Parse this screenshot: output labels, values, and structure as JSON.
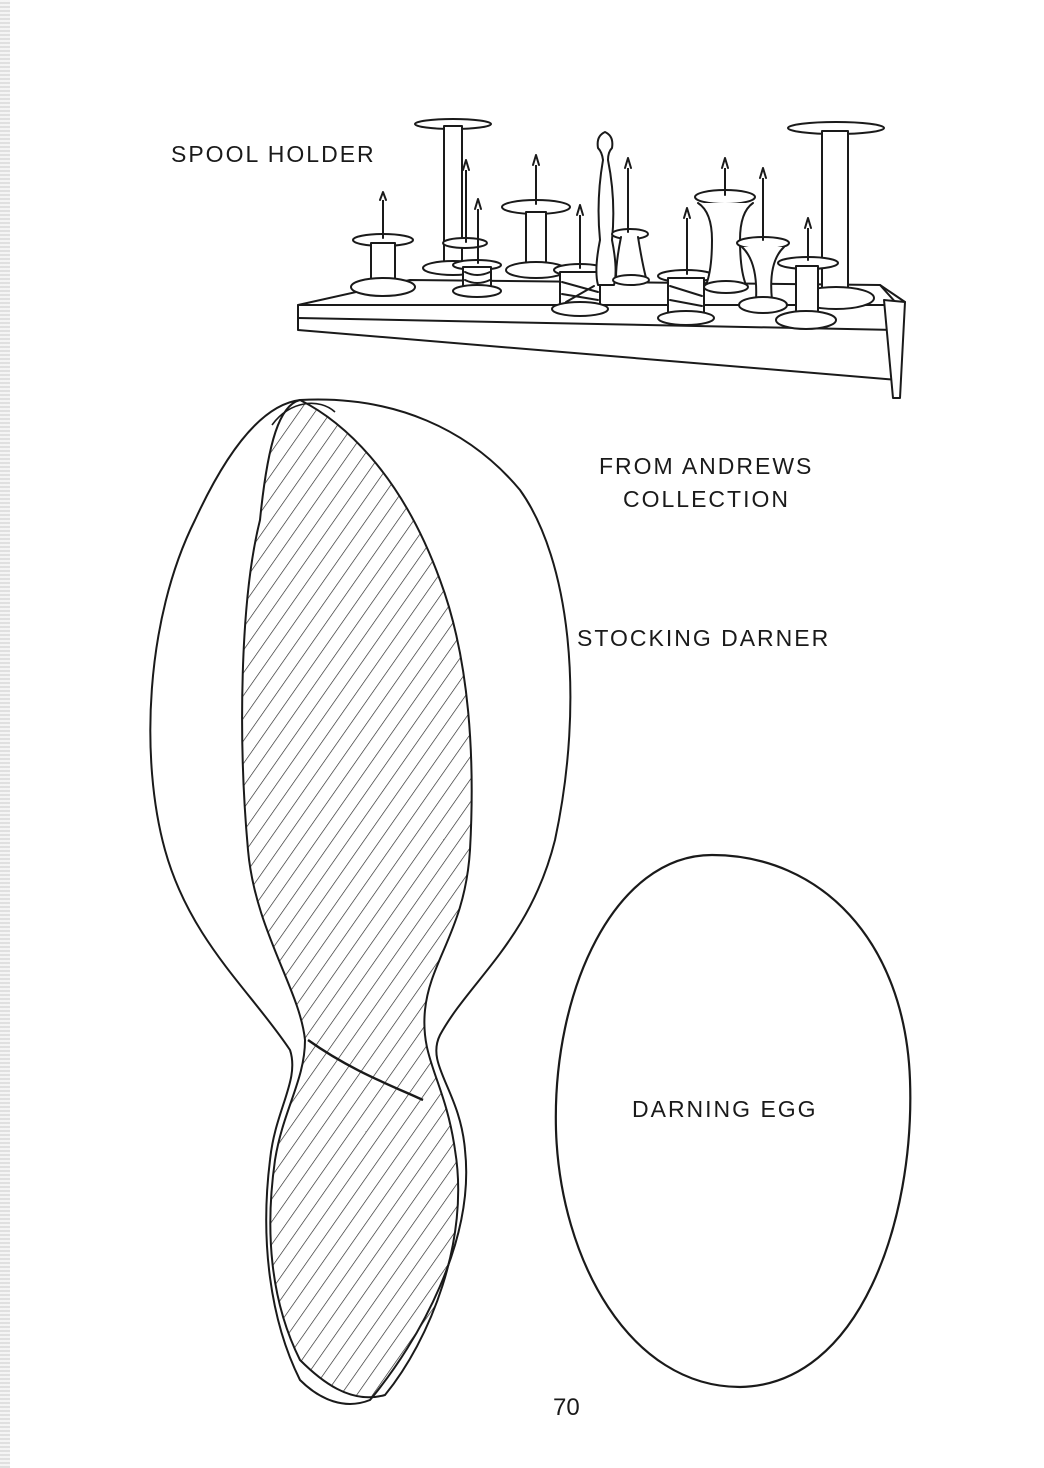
{
  "labels": {
    "spool_holder": "SPOOL HOLDER",
    "from_andrews_line1": "FROM ANDREWS",
    "from_andrews_line2": "COLLECTION",
    "stocking_darner": "STOCKING DARNER",
    "darning_egg": "DARNING EGG"
  },
  "page_number": "70"
}
